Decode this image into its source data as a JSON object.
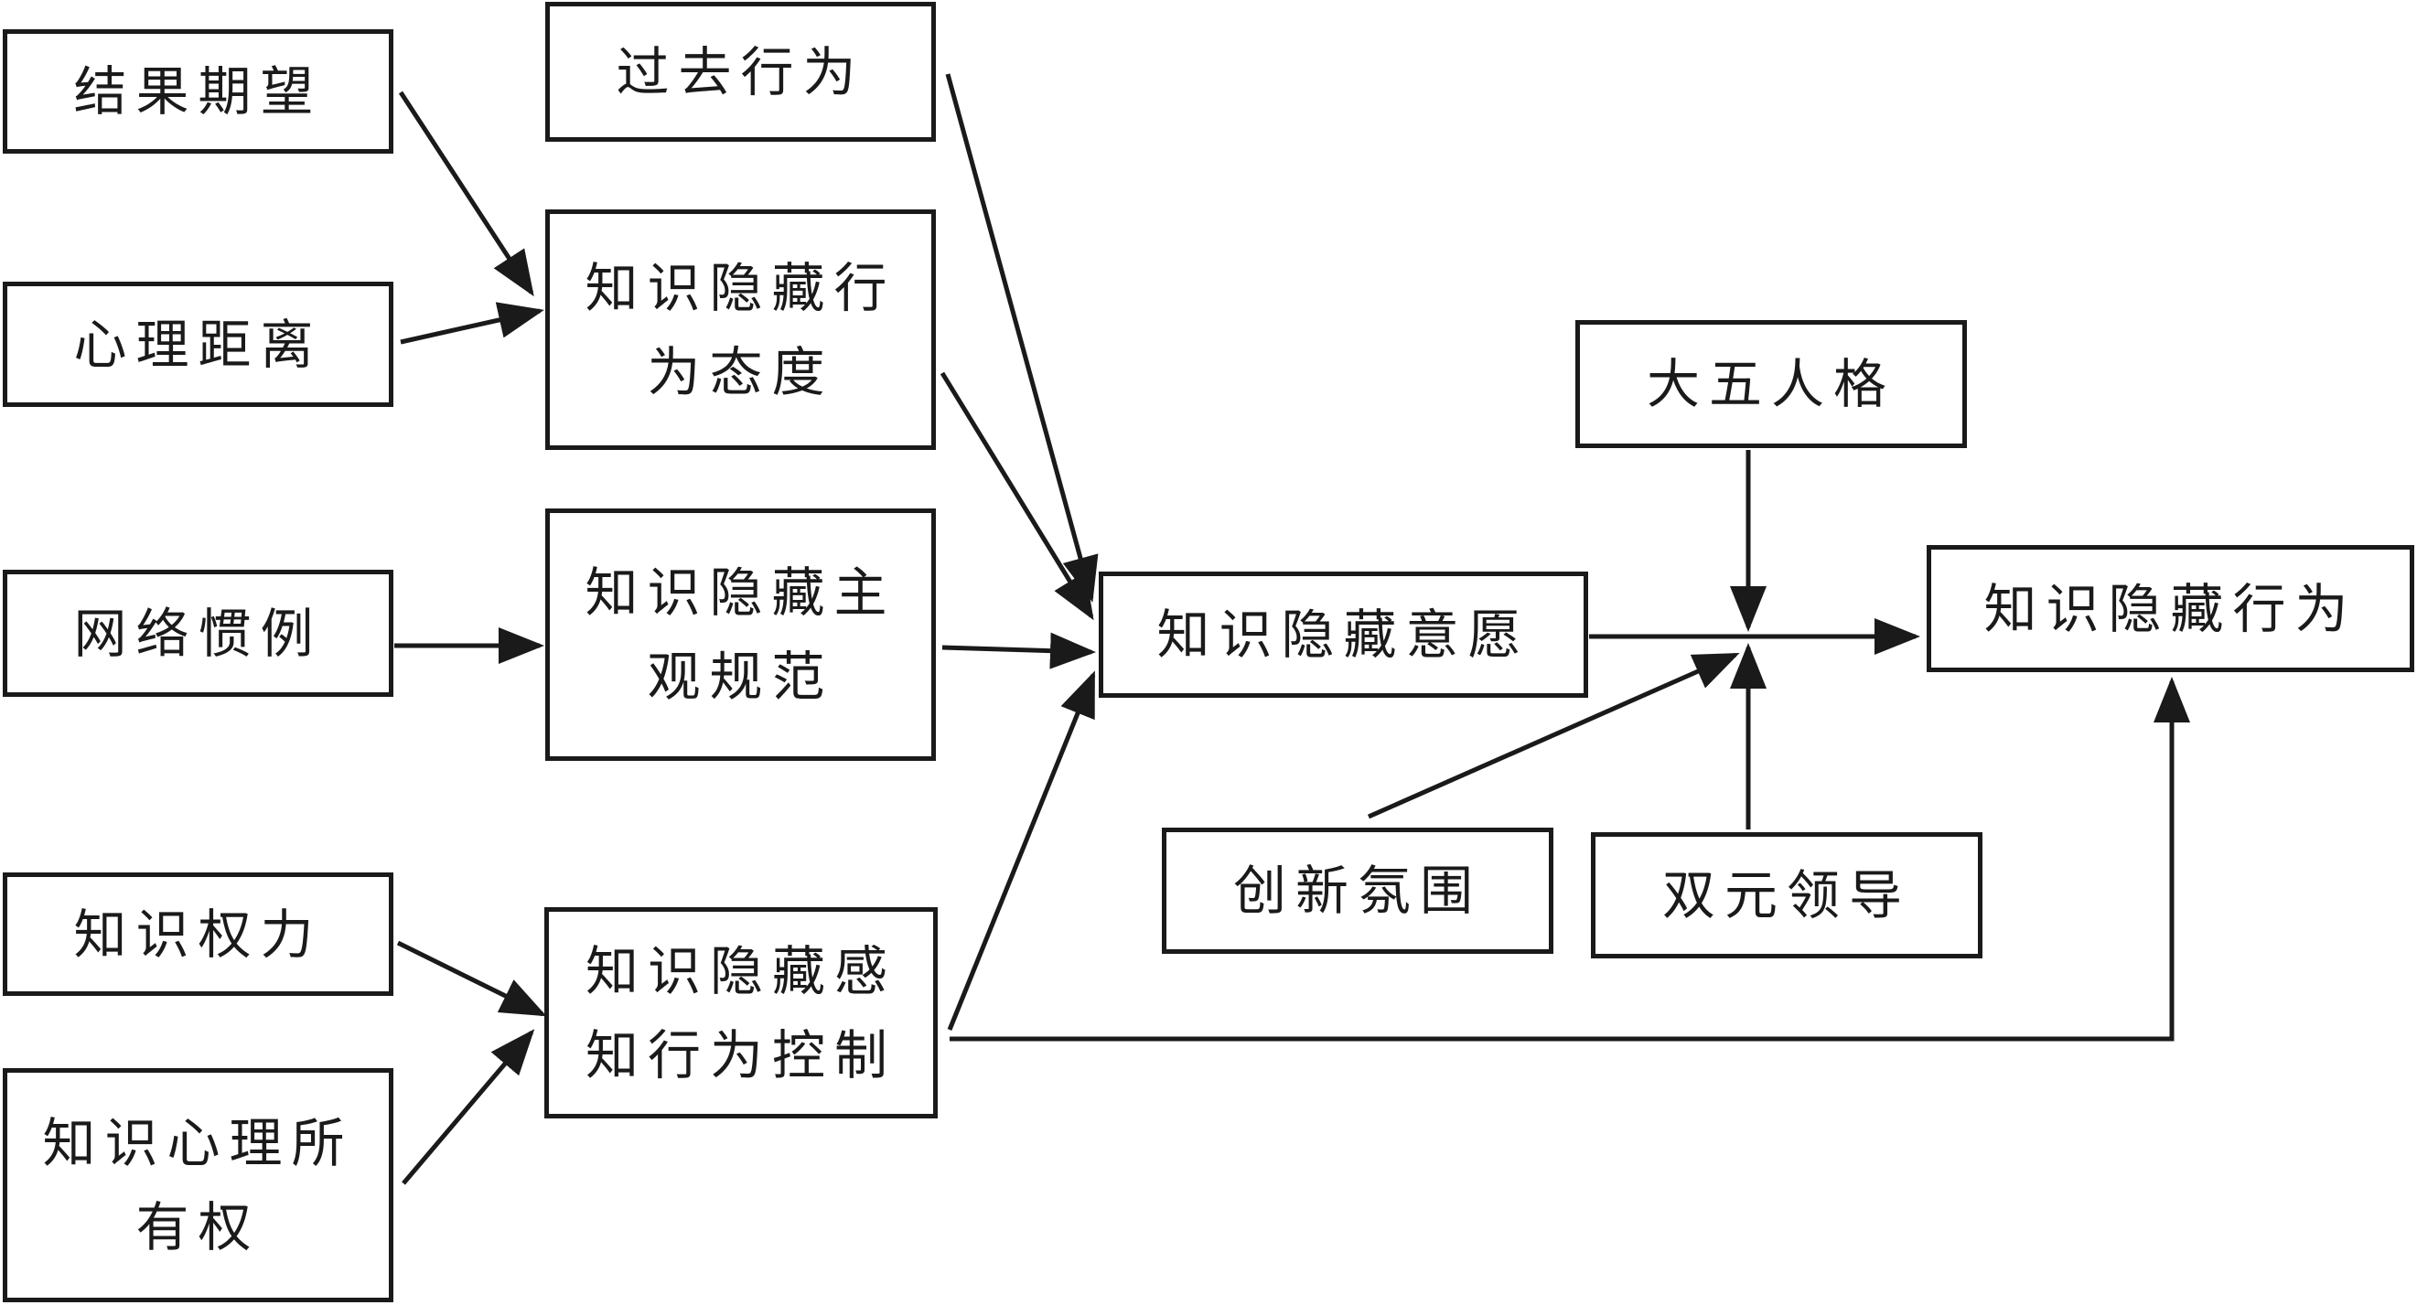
{
  "diagram": {
    "title": "知识隐藏行为影响因素模型",
    "line_color": "#1a1a1a",
    "nodes": [
      {
        "id": "outcome_expectation",
        "lines": [
          "结果期望"
        ]
      },
      {
        "id": "psychological_distance",
        "lines": [
          "心理距离"
        ]
      },
      {
        "id": "past_behavior",
        "lines": [
          "过去行为"
        ]
      },
      {
        "id": "attitude",
        "lines": [
          "知识隐藏行",
          "为态度"
        ]
      },
      {
        "id": "network_norms",
        "lines": [
          "网络惯例"
        ]
      },
      {
        "id": "subjective_norm",
        "lines": [
          "知识隐藏主",
          "观规范"
        ]
      },
      {
        "id": "knowledge_power",
        "lines": [
          "知识权力"
        ]
      },
      {
        "id": "psychological_ownership",
        "lines": [
          "知识心理所",
          "有权"
        ]
      },
      {
        "id": "perceived_control",
        "lines": [
          "知识隐藏感",
          "知行为控制"
        ]
      },
      {
        "id": "intention",
        "lines": [
          "知识隐藏意愿"
        ]
      },
      {
        "id": "big_five",
        "lines": [
          "大五人格"
        ]
      },
      {
        "id": "hiding_behavior",
        "lines": [
          "知识隐藏行为"
        ]
      },
      {
        "id": "innovation_climate",
        "lines": [
          "创新氛围"
        ]
      },
      {
        "id": "ambidextrous_leadership",
        "lines": [
          "双元领导"
        ]
      }
    ],
    "edges": [
      {
        "from": "outcome_expectation",
        "to": "attitude"
      },
      {
        "from": "psychological_distance",
        "to": "attitude"
      },
      {
        "from": "network_norms",
        "to": "subjective_norm"
      },
      {
        "from": "knowledge_power",
        "to": "perceived_control"
      },
      {
        "from": "psychological_ownership",
        "to": "perceived_control"
      },
      {
        "from": "past_behavior",
        "to": "intention"
      },
      {
        "from": "attitude",
        "to": "intention"
      },
      {
        "from": "subjective_norm",
        "to": "intention"
      },
      {
        "from": "perceived_control",
        "to": "intention"
      },
      {
        "from": "intention",
        "to": "hiding_behavior"
      },
      {
        "from": "big_five",
        "to": "intention->hiding_behavior",
        "type": "moderator"
      },
      {
        "from": "innovation_climate",
        "to": "intention->hiding_behavior",
        "type": "moderator"
      },
      {
        "from": "ambidextrous_leadership",
        "to": "intention->hiding_behavior",
        "type": "moderator"
      },
      {
        "from": "perceived_control",
        "to": "hiding_behavior"
      }
    ]
  }
}
